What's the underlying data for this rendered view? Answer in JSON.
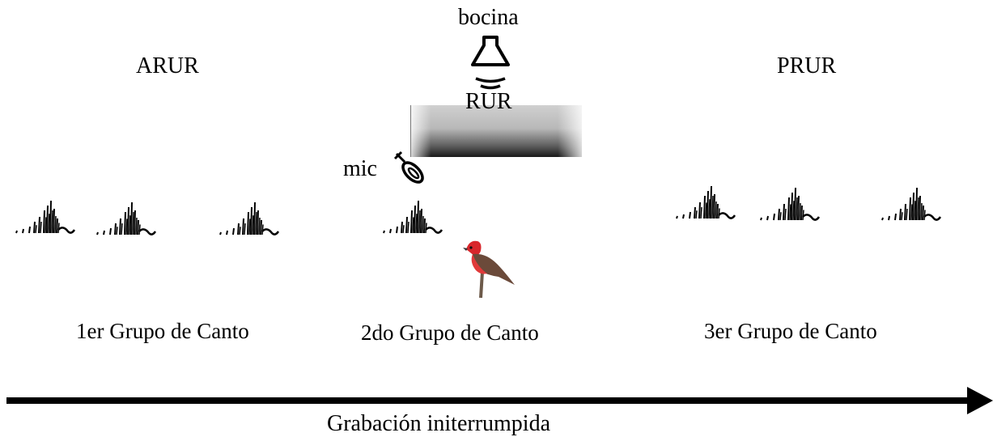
{
  "labels": {
    "speaker": "bocina",
    "phase_before": "ARUR",
    "phase_after": "PRUR",
    "playback": "RUR",
    "mic": "mic",
    "group1": "1er Grupo de Canto",
    "group2": "2do Grupo de Canto",
    "group3": "3er Grupo de Canto",
    "timeline": "Grabación initerrumpida"
  },
  "icons": {
    "speaker": "speaker-horn-icon",
    "mic": "microphone-icon",
    "bird": "vermilion-flycatcher-bird"
  },
  "colors": {
    "bird_red": "#d8262b",
    "bird_brown": "#6b4a3a",
    "ink": "#000000"
  }
}
